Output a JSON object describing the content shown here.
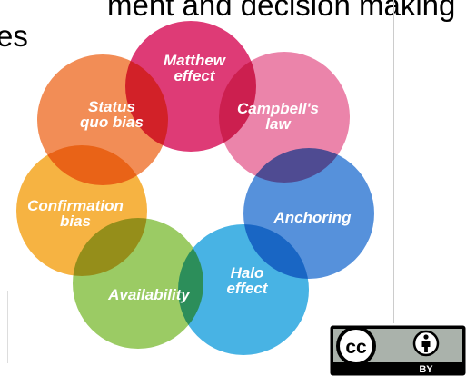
{
  "slide": {
    "title_line1": "ment and decision making",
    "title_line2": "es"
  },
  "diagram": {
    "bubbles": [
      {
        "name": "matthew-effect",
        "lines": [
          "Matthew",
          "effect"
        ],
        "color": "#d81b60"
      },
      {
        "name": "campbells-law",
        "lines": [
          "Campbell's",
          "law"
        ],
        "color": "#e8709c"
      },
      {
        "name": "anchoring",
        "lines": [
          "Anchoring"
        ],
        "color": "#3a7fd5"
      },
      {
        "name": "halo-effect",
        "lines": [
          "Halo",
          "effect"
        ],
        "color": "#2aa6e0"
      },
      {
        "name": "availability",
        "lines": [
          "Availability"
        ],
        "color": "#8bc34a"
      },
      {
        "name": "confirmation-bias",
        "lines": [
          "Confirmation",
          "bias"
        ],
        "color": "#f5a623"
      },
      {
        "name": "status-quo-bias",
        "lines": [
          "Status",
          "quo bias"
        ],
        "color": "#f07a3a"
      }
    ]
  },
  "license": {
    "cc_text": "cc",
    "by_text": "BY",
    "colors": {
      "frame": "#000000",
      "panel": "#aab2ab"
    }
  }
}
